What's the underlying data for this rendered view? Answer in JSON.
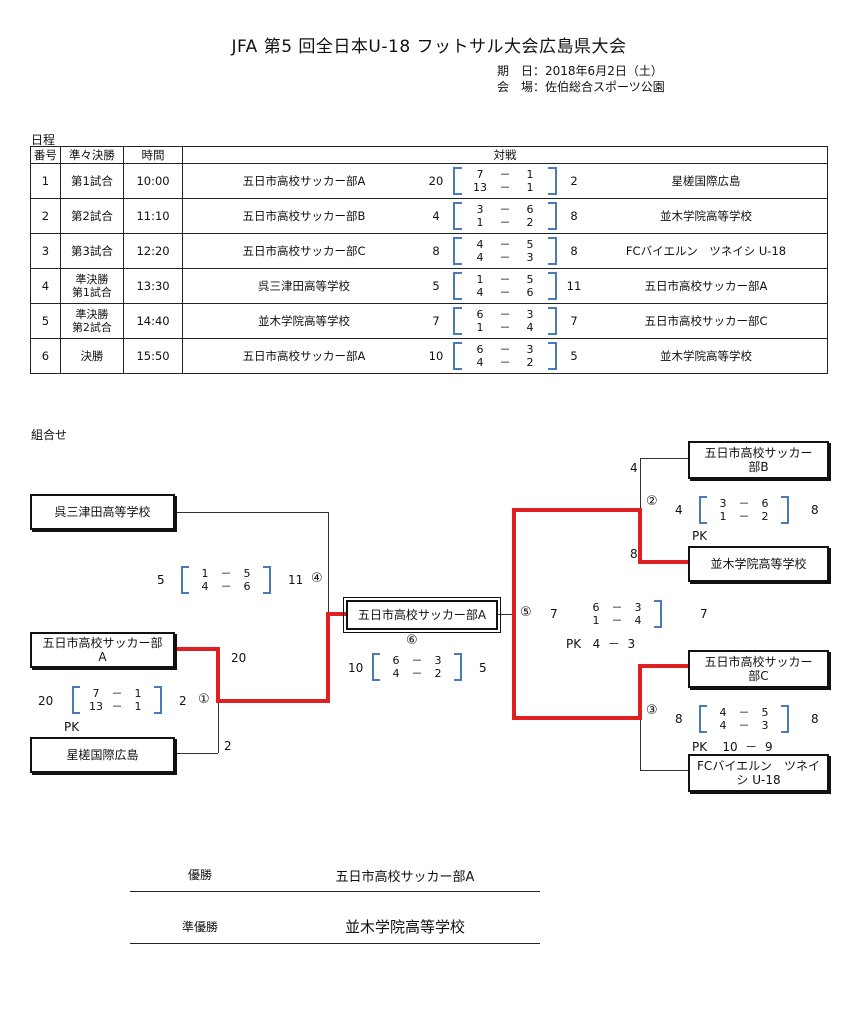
{
  "title": "JFA 第5 回全日本U-18 フットサル大会広島県大会",
  "meta": {
    "date_label": "期　日：",
    "date": "2018年6月2日（土）",
    "venue_label": "会　場：",
    "venue": "佐伯総合スポーツ公園"
  },
  "schedule": {
    "label": "日程",
    "headers": [
      "番号",
      "準々決勝",
      "時間",
      "対戦"
    ],
    "rows": [
      {
        "no": "1",
        "round": "第1試合",
        "round2": "",
        "time": "10:00",
        "home": "五日市高校サッカー部A",
        "home_total": "20",
        "h1": "7",
        "a1": "1",
        "h2": "13",
        "a2": "1",
        "away_total": "2",
        "away": "星槎国際広島"
      },
      {
        "no": "2",
        "round": "第2試合",
        "round2": "",
        "time": "11:10",
        "home": "五日市高校サッカー部B",
        "home_total": "4",
        "h1": "3",
        "a1": "6",
        "h2": "1",
        "a2": "2",
        "away_total": "8",
        "away": "並木学院高等学校"
      },
      {
        "no": "3",
        "round": "第3試合",
        "round2": "",
        "time": "12:20",
        "home": "五日市高校サッカー部C",
        "home_total": "8",
        "h1": "4",
        "a1": "5",
        "h2": "4",
        "a2": "3",
        "away_total": "8",
        "away": "FCバイエルン　ツネイシ U-18"
      },
      {
        "no": "4",
        "round": "準決勝",
        "round2": "第1試合",
        "time": "13:30",
        "home": "呉三津田高等学校",
        "home_total": "5",
        "h1": "1",
        "a1": "5",
        "h2": "4",
        "a2": "6",
        "away_total": "11",
        "away": "五日市高校サッカー部A"
      },
      {
        "no": "5",
        "round": "準決勝",
        "round2": "第2試合",
        "time": "14:40",
        "home": "並木学院高等学校",
        "home_total": "7",
        "h1": "6",
        "a1": "3",
        "h2": "1",
        "a2": "4",
        "away_total": "7",
        "away": "五日市高校サッカー部C"
      },
      {
        "no": "6",
        "round": "決勝",
        "round2": "",
        "time": "15:50",
        "home": "五日市高校サッカー部A",
        "home_total": "10",
        "h1": "6",
        "a1": "3",
        "h2": "4",
        "a2": "2",
        "away_total": "5",
        "away": "並木学院高等学校"
      }
    ],
    "dash": "－"
  },
  "bracket": {
    "label": "組合せ",
    "teams": {
      "kure": "呉三津田高等学校",
      "itsu_a_1": "五日市高校サッカー部",
      "itsu_a_2": "A",
      "seisa": "星槎国際広島",
      "champ_box": "五日市高校サッカー部A",
      "itsu_b_1": "五日市高校サッカー",
      "itsu_b_2": "部B",
      "namiki": "並木学院高等学校",
      "itsu_c_1": "五日市高校サッカー",
      "itsu_c_2": "部C",
      "fc_1": "FCバイエルン　ツネイ",
      "fc_2": "シ U-18"
    },
    "marks": {
      "m1": "①",
      "m2": "②",
      "m3": "③",
      "m4": "④",
      "m5": "⑤",
      "m6": "⑥"
    },
    "pk": "PK",
    "dash": "－",
    "m1": {
      "l": "20",
      "r": "2",
      "s1": "7",
      "s2": "1",
      "s3": "13",
      "s4": "1",
      "top": "20",
      "bot": "2"
    },
    "m4": {
      "l": "5",
      "r": "11",
      "s1": "1",
      "s2": "5",
      "s3": "4",
      "s4": "6"
    },
    "m6": {
      "l": "10",
      "r": "5",
      "s1": "6",
      "s2": "3",
      "s3": "4",
      "s4": "2"
    },
    "m2": {
      "l": "4",
      "r": "8",
      "s1": "3",
      "s2": "6",
      "s3": "1",
      "s4": "2",
      "top": "4",
      "bot": "8"
    },
    "m5": {
      "l": "7",
      "r": "7",
      "s1": "6",
      "s2": "3",
      "s3": "1",
      "s4": "4",
      "pk1": "4",
      "pk2": "3"
    },
    "m3": {
      "l": "8",
      "r": "8",
      "s1": "4",
      "s2": "5",
      "s3": "4",
      "s4": "3",
      "pk1": "10",
      "pk2": "9"
    }
  },
  "results": {
    "winner_label": "優勝",
    "winner": "五日市高校サッカー部A",
    "runner_label": "準優勝",
    "runner": "並木学院高等学校"
  }
}
